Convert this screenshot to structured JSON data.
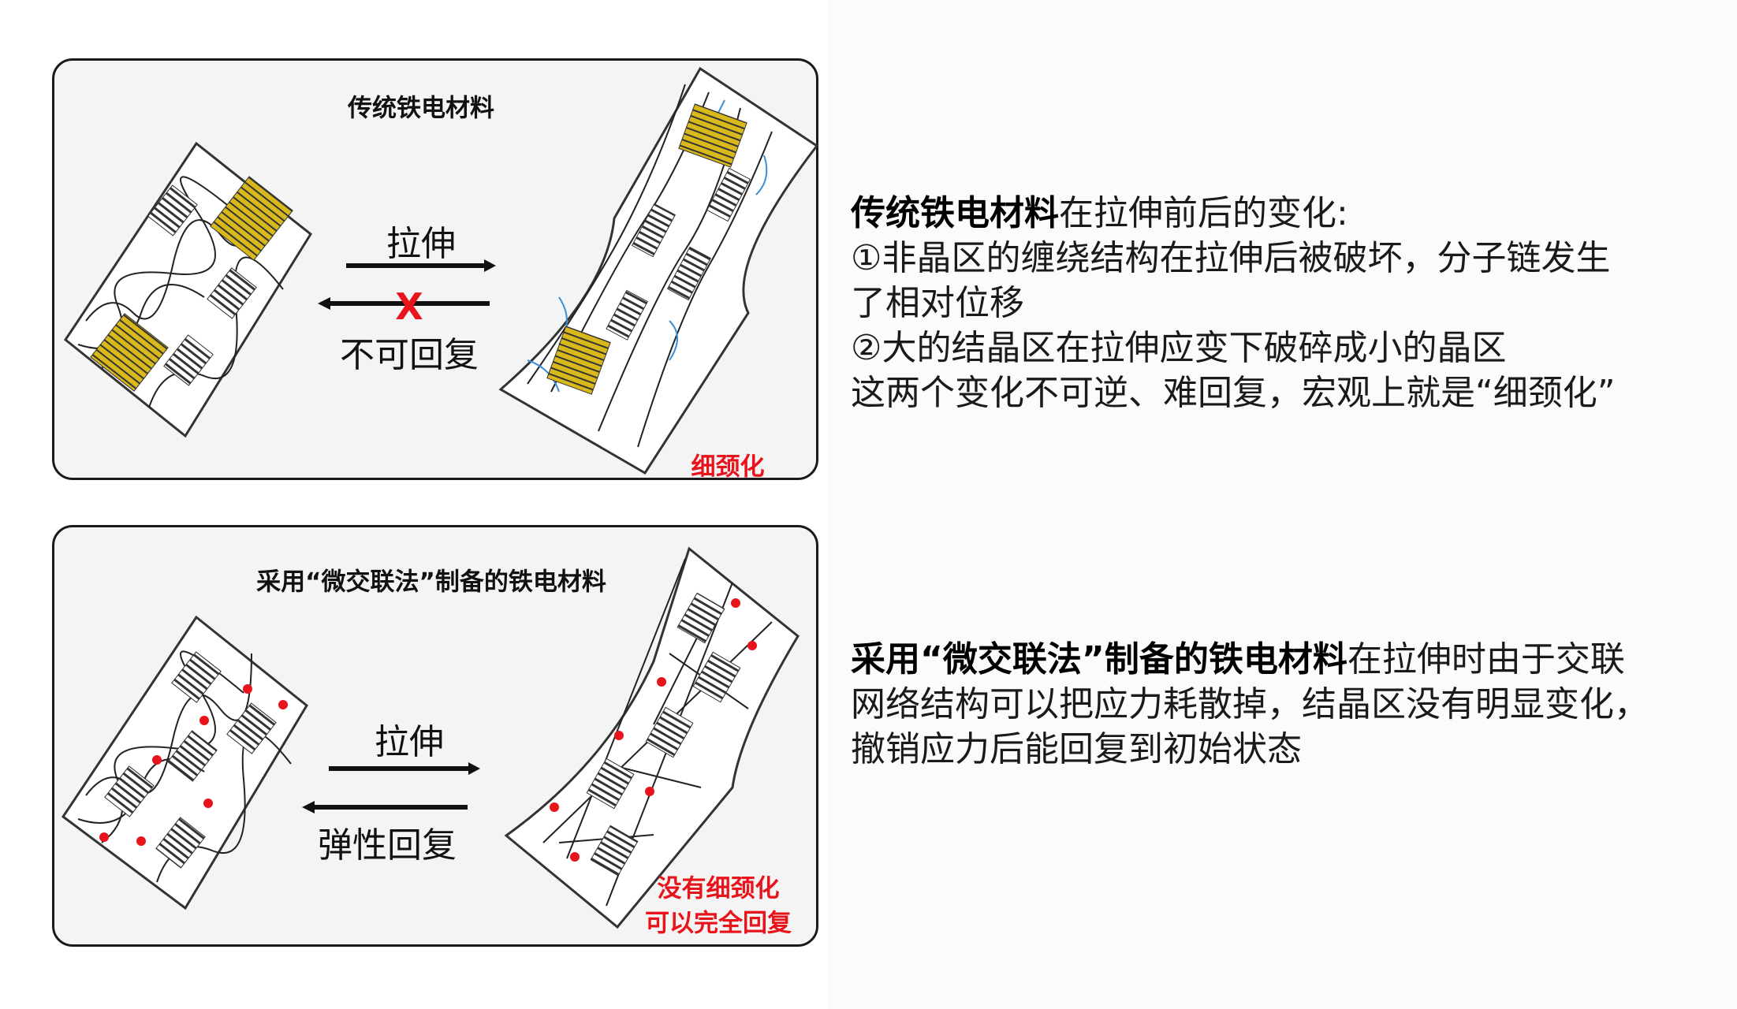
{
  "panel_top": {
    "title": "传统铁电材料",
    "stretch": "拉伸",
    "irreversible_mark": "X",
    "no_recover": "不可回复",
    "result": "细颈化"
  },
  "panel_bottom": {
    "title": "采用“微交联法”制备的铁电材料",
    "stretch": "拉伸",
    "elastic": "弹性回复",
    "result_1": "没有细颈化",
    "result_2": "可以完全回复"
  },
  "desc_top": {
    "bold": "传统铁电材料",
    "rest": "在拉伸前后的变化:",
    "line2": "①非晶区的缠绕结构在拉伸后被破坏，分子链发生",
    "line3": "了相对位移",
    "line4": "②大的结晶区在拉伸应变下破碎成小的晶区",
    "line5": "这两个变化不可逆、难回复，宏观上就是“细颈化”"
  },
  "desc_bottom": {
    "bold": "采用“微交联法”制备的铁电材料",
    "rest": "在拉伸时由于交联",
    "line2": "网络结构可以把应力耗散掉，结晶区没有明显变化，",
    "line3": "撤销应力后能回复到初始状态"
  },
  "colors": {
    "crystal_yellow": "#d8b81a",
    "red": "#e8141b",
    "blue_chain": "#3b8fd6"
  }
}
